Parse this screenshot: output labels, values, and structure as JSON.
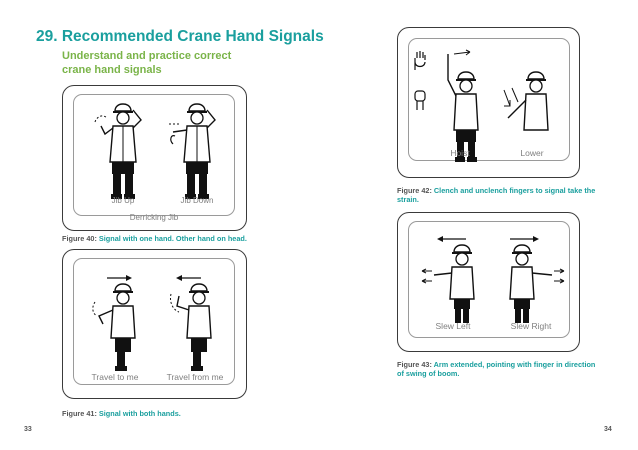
{
  "header": {
    "title": "29.  Recommended Crane Hand Signals",
    "subtitle": "Understand and practice correct crane hand signals"
  },
  "figures": {
    "fig40": {
      "labels": [
        "Jib Up",
        "Jib Down"
      ],
      "group_label": "Derricking Jib",
      "caption_key": "Figure 40:",
      "caption_text": "Signal with one hand. Other hand on head."
    },
    "fig41": {
      "labels": [
        "Travel to me",
        "Travel from me"
      ],
      "caption_key": "Figure 41:",
      "caption_text": "Signal with both hands."
    },
    "fig42": {
      "labels": [
        "Hoist",
        "Lower"
      ],
      "caption_key": "Figure 42:",
      "caption_text": "Clench and unclench fingers to signal take the strain."
    },
    "fig43": {
      "labels": [
        "Slew Left",
        "Slew Right"
      ],
      "caption_key": "Figure 43:",
      "caption_text": "Arm extended, pointing with finger in direction of swing of boom."
    }
  },
  "page_numbers": {
    "left": "33",
    "right": "34"
  },
  "colors": {
    "title": "#1a9f9e",
    "subtitle": "#7ab449",
    "caption_value": "#1a9f9e",
    "frame": "#3a3a3a"
  },
  "icons": [
    "worker-figure-icon",
    "arrow-left-icon",
    "arrow-right-icon",
    "fist-icon"
  ]
}
